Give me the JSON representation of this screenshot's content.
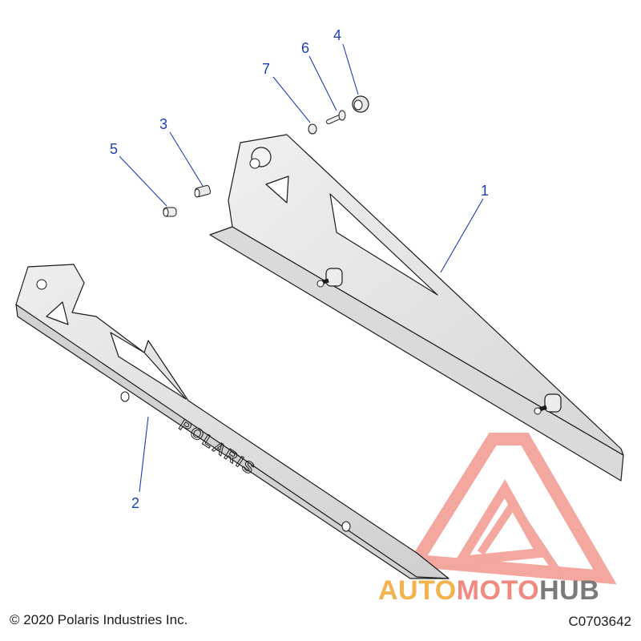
{
  "callouts": [
    {
      "id": "1",
      "text": "1"
    },
    {
      "id": "2",
      "text": "2"
    },
    {
      "id": "3",
      "text": "3"
    },
    {
      "id": "4",
      "text": "4"
    },
    {
      "id": "5",
      "text": "5"
    },
    {
      "id": "6",
      "text": "6"
    },
    {
      "id": "7",
      "text": "7"
    }
  ],
  "brand_embossing": "POLARIS",
  "footer": {
    "copyright": "© 2020 Polaris Industries Inc.",
    "drawing_code": "C0703642"
  },
  "watermark": {
    "part1": "AUTO",
    "part2": "MOTO",
    "part3": "HUB",
    "colors": {
      "auto": "#f2b24c",
      "moto": "#f08a80",
      "hub": "#7a7a7a",
      "logo": "#f08a80"
    }
  },
  "colors": {
    "callout": "#1a3fb5",
    "part_fill": "#e4e4e4",
    "line": "#1b1b1b"
  }
}
